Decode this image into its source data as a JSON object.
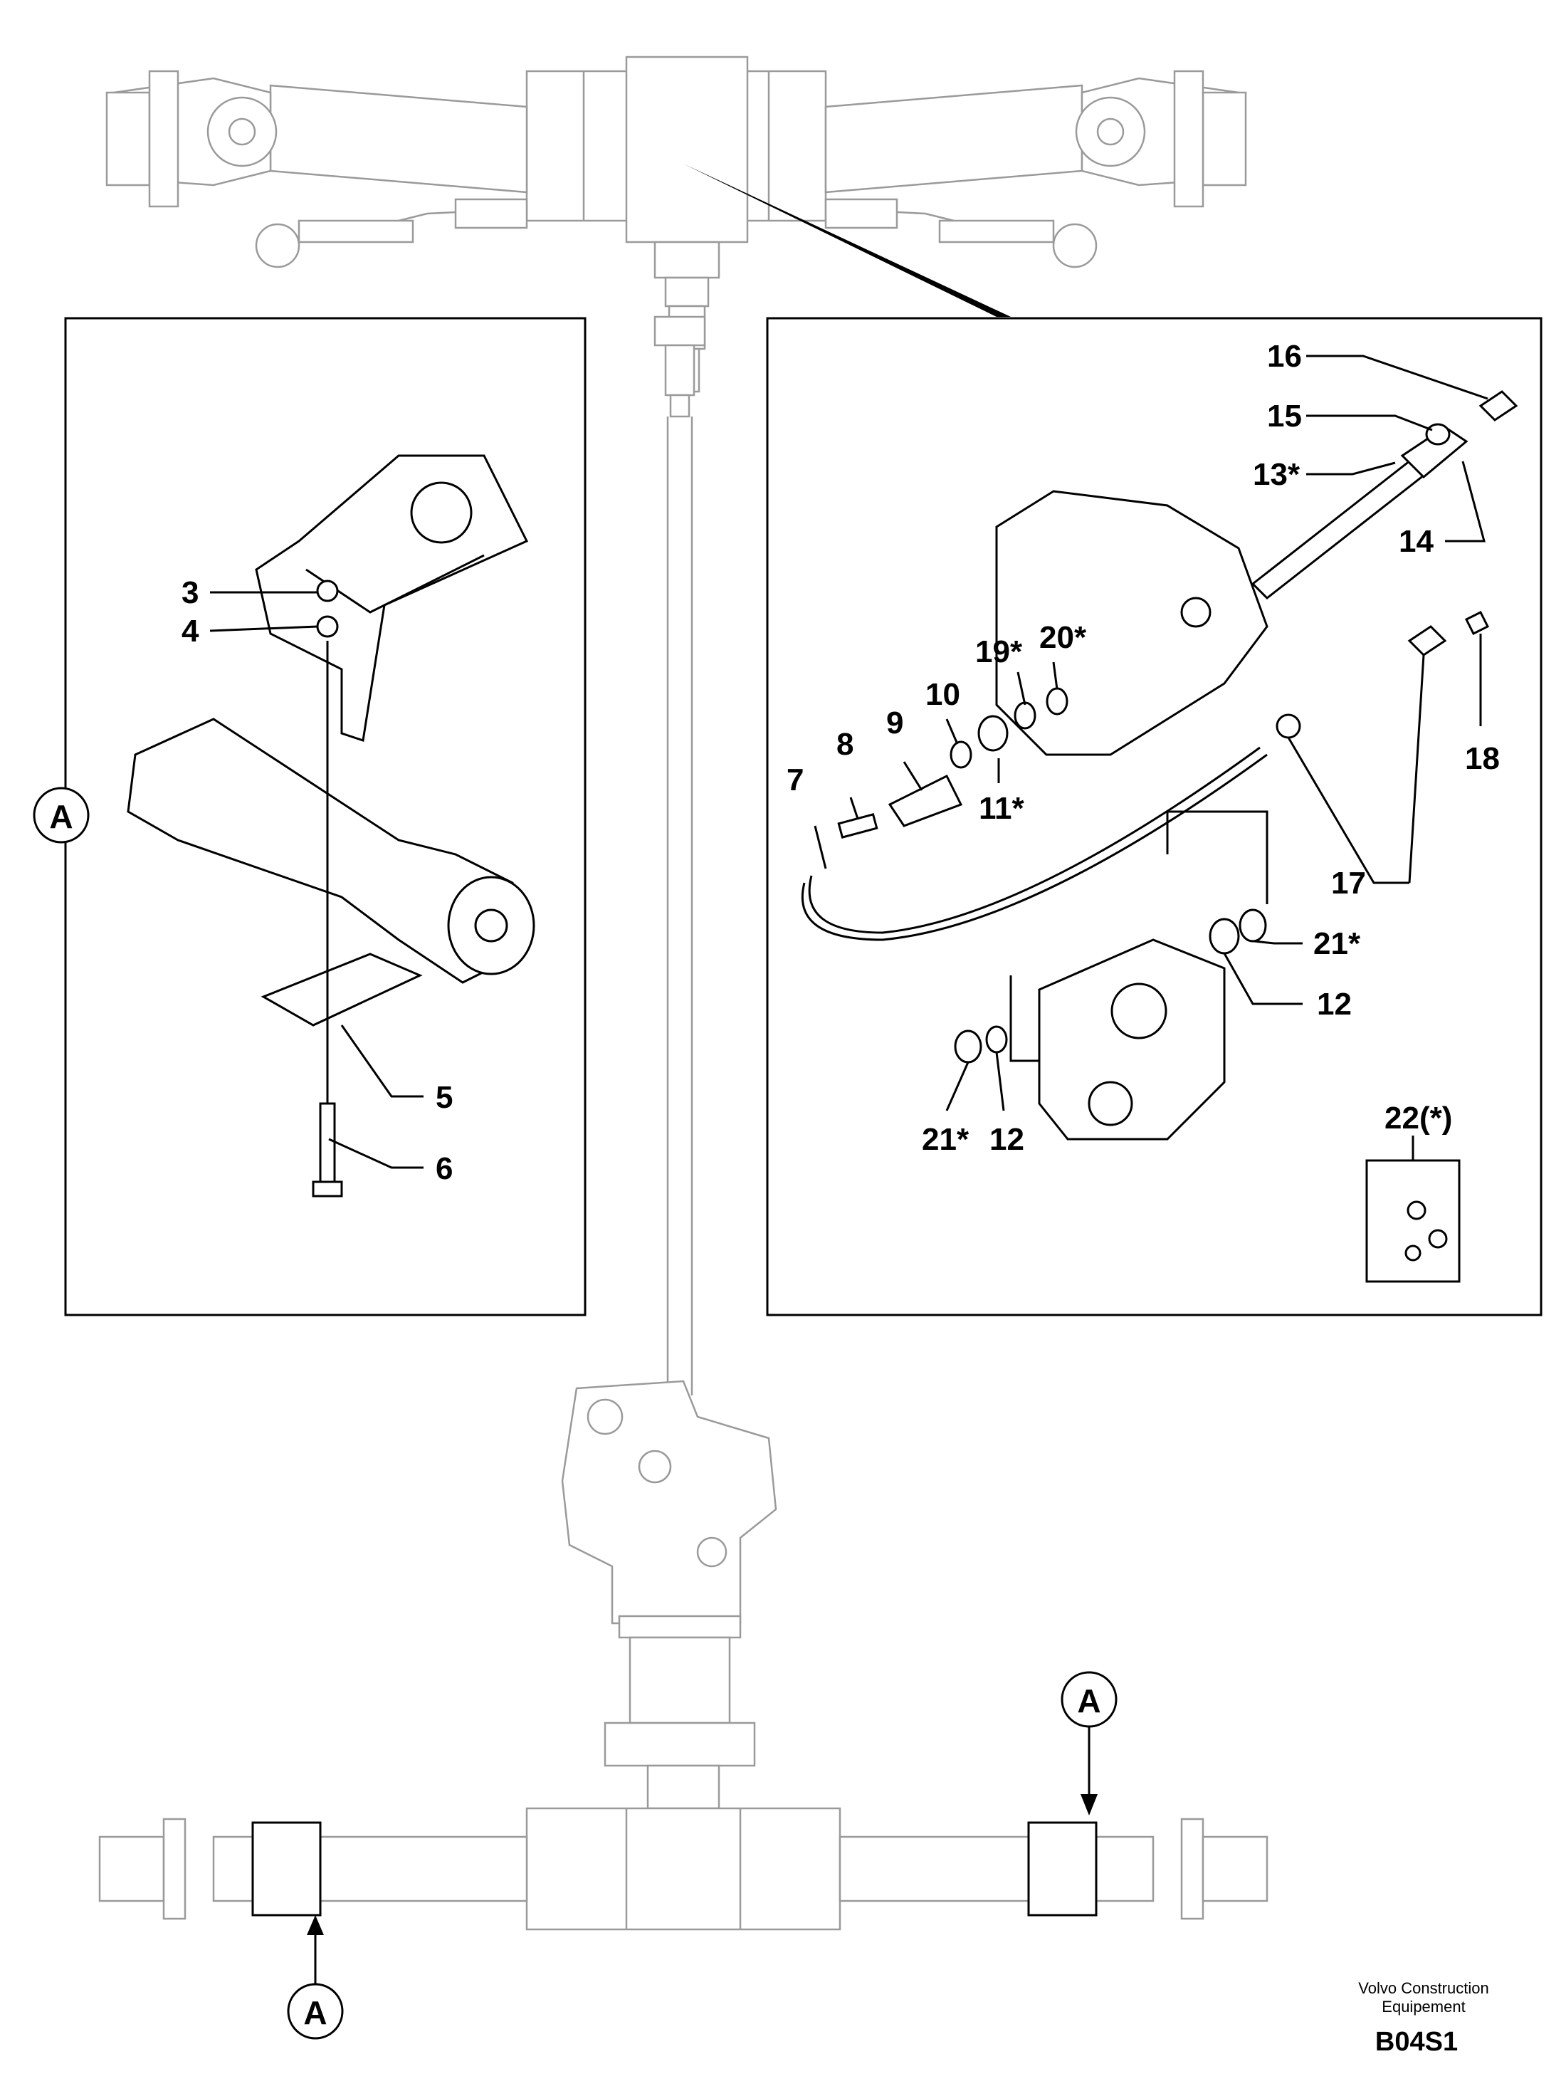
{
  "callouts": {
    "c3": "3",
    "c4": "4",
    "c5": "5",
    "c6": "6",
    "c7": "7",
    "c8": "8",
    "c9": "9",
    "c10": "10",
    "c11": "11*",
    "c12a": "12",
    "c12b": "12",
    "c13": "13*",
    "c14": "14",
    "c15": "15",
    "c16": "16",
    "c17": "17",
    "c18": "18",
    "c19": "19*",
    "c20": "20*",
    "c21a": "21*",
    "c21b": "21*",
    "c22": "22(*)"
  },
  "view_markers": {
    "left_panel": "A",
    "lower_axle": "A",
    "lower_left": "A"
  },
  "footer": {
    "brand_line1": "Volvo Construction",
    "brand_line2": "Equipement",
    "drawing_code": "B04S1"
  }
}
